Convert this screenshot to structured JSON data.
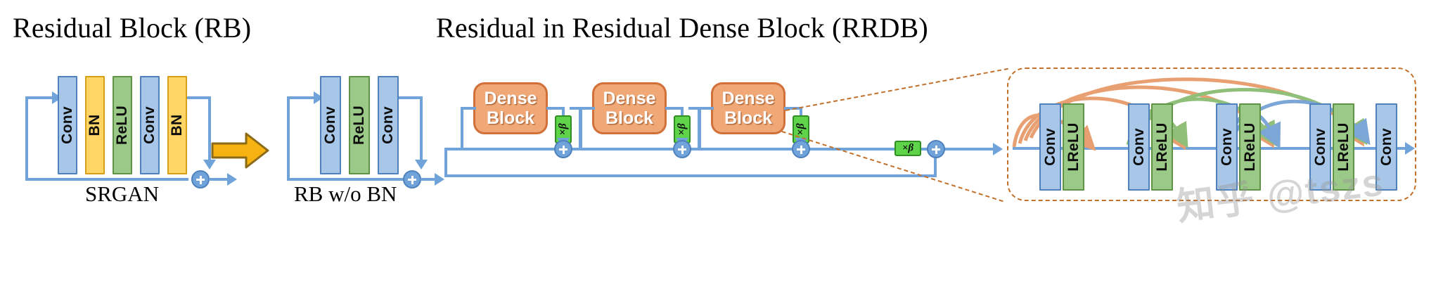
{
  "titles": {
    "left": "Residual Block (RB)",
    "right": "Residual in Residual Dense Block (RRDB)"
  },
  "captions": {
    "srgan": "SRGAN",
    "rb_wo_bn": "RB w/o BN"
  },
  "srgan_block": {
    "layers": [
      {
        "label": "Conv",
        "type": "conv"
      },
      {
        "label": "BN",
        "type": "bn"
      },
      {
        "label": "ReLU",
        "type": "relu"
      },
      {
        "label": "Conv",
        "type": "conv"
      },
      {
        "label": "BN",
        "type": "bn"
      }
    ],
    "merge_op": "+"
  },
  "rb_wo_bn_block": {
    "layers": [
      {
        "label": "Conv",
        "type": "conv"
      },
      {
        "label": "ReLU",
        "type": "relu"
      },
      {
        "label": "Conv",
        "type": "conv"
      }
    ],
    "merge_op": "+"
  },
  "transform_arrow": {
    "name": "yellow-right-arrow"
  },
  "rrdb": {
    "dense_blocks": [
      {
        "line1": "Dense",
        "line2": "Block"
      },
      {
        "line1": "Dense",
        "line2": "Block"
      },
      {
        "line1": "Dense",
        "line2": "Block"
      }
    ],
    "scalers": [
      {
        "label": "×β"
      },
      {
        "label": "×β"
      },
      {
        "label": "×β"
      },
      {
        "label": "×β"
      }
    ],
    "merge_ops": [
      "+",
      "+",
      "+",
      "+"
    ]
  },
  "dense_block_detail": {
    "layers": [
      {
        "label": "Conv",
        "type": "conv"
      },
      {
        "label": "LReLU",
        "type": "relu"
      },
      {
        "label": "Conv",
        "type": "conv"
      },
      {
        "label": "LReLU",
        "type": "relu"
      },
      {
        "label": "Conv",
        "type": "conv"
      },
      {
        "label": "LReLU",
        "type": "relu"
      },
      {
        "label": "Conv",
        "type": "conv"
      },
      {
        "label": "LReLU",
        "type": "relu"
      },
      {
        "label": "Conv",
        "type": "conv"
      }
    ]
  },
  "watermark": {
    "text": "知乎 @tszs"
  },
  "colors": {
    "conv_fill": "#a7c6e8",
    "conv_border": "#4f82bd",
    "bn_fill": "#ffd666",
    "bn_border": "#d8a018",
    "relu_fill": "#9bc987",
    "relu_border": "#5f9446",
    "dense_fill": "#f0a877",
    "dense_border": "#d2703a",
    "beta_fill": "#5fd34a",
    "beta_border": "#2f8f22",
    "line": "#6fa3da",
    "callout_dash": "#c2712b",
    "arrow_yellow": "#f5b211"
  }
}
